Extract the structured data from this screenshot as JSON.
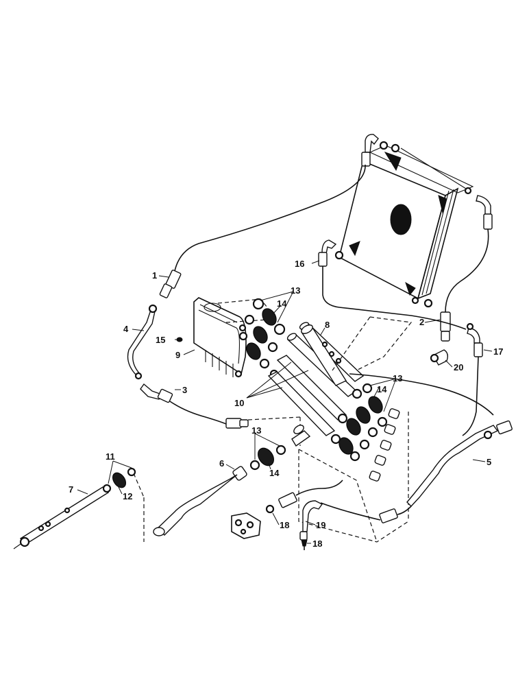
{
  "labels": {
    "l1": "1",
    "l2": "2",
    "l3": "3",
    "l4": "4",
    "l5": "5",
    "l6": "6",
    "l7": "7",
    "l8": "8",
    "l9": "9",
    "l10": "10",
    "l11": "11",
    "l12": "12",
    "l13a": "13",
    "l13b": "13",
    "l13c": "13",
    "l14a": "14",
    "l14b": "14",
    "l14c": "14",
    "l15": "15",
    "l16": "16",
    "l17": "17",
    "l18a": "18",
    "l18b": "18",
    "l19": "19",
    "l20": "20"
  }
}
